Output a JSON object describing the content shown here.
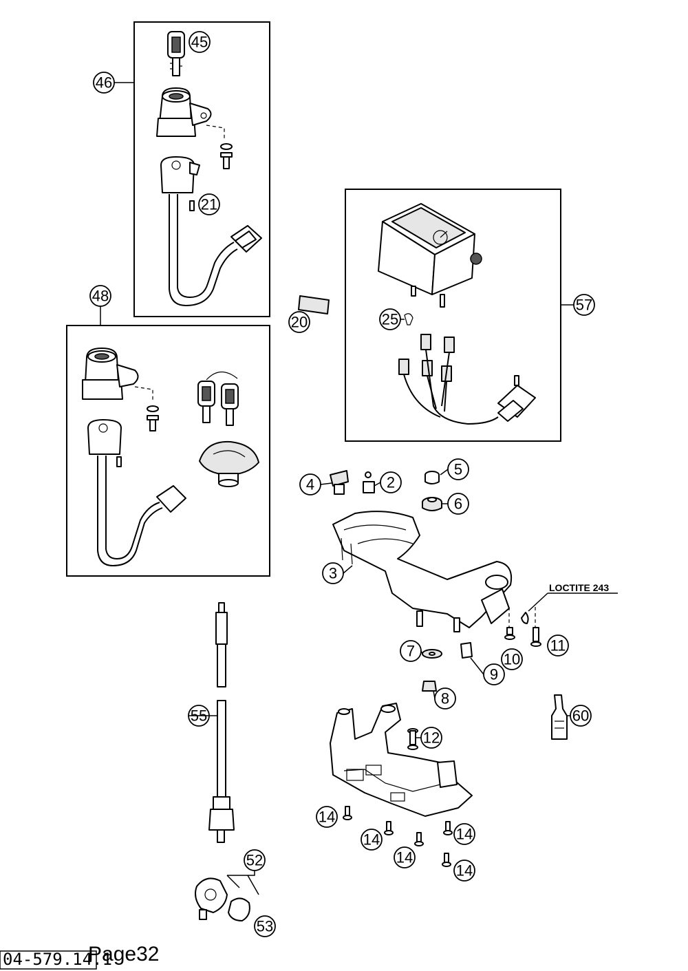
{
  "callouts": {
    "c45": "45",
    "c46": "46",
    "c21": "21",
    "c48": "48",
    "c20": "20",
    "c25": "25",
    "c57": "57",
    "c4": "4",
    "c2": "2",
    "c5": "5",
    "c6": "6",
    "c3": "3",
    "c7": "7",
    "c9": "9",
    "c10": "10",
    "c11": "11",
    "c8": "8",
    "c60": "60",
    "c55": "55",
    "c12": "12",
    "c14a": "14",
    "c14b": "14",
    "c14c": "14",
    "c14d": "14",
    "c14e": "14",
    "c52": "52",
    "c53": "53"
  },
  "annotations": {
    "loctite": "LOCTITE 243"
  },
  "footer": {
    "doc_number": "04-579.14.1",
    "page_label": "Page32"
  }
}
